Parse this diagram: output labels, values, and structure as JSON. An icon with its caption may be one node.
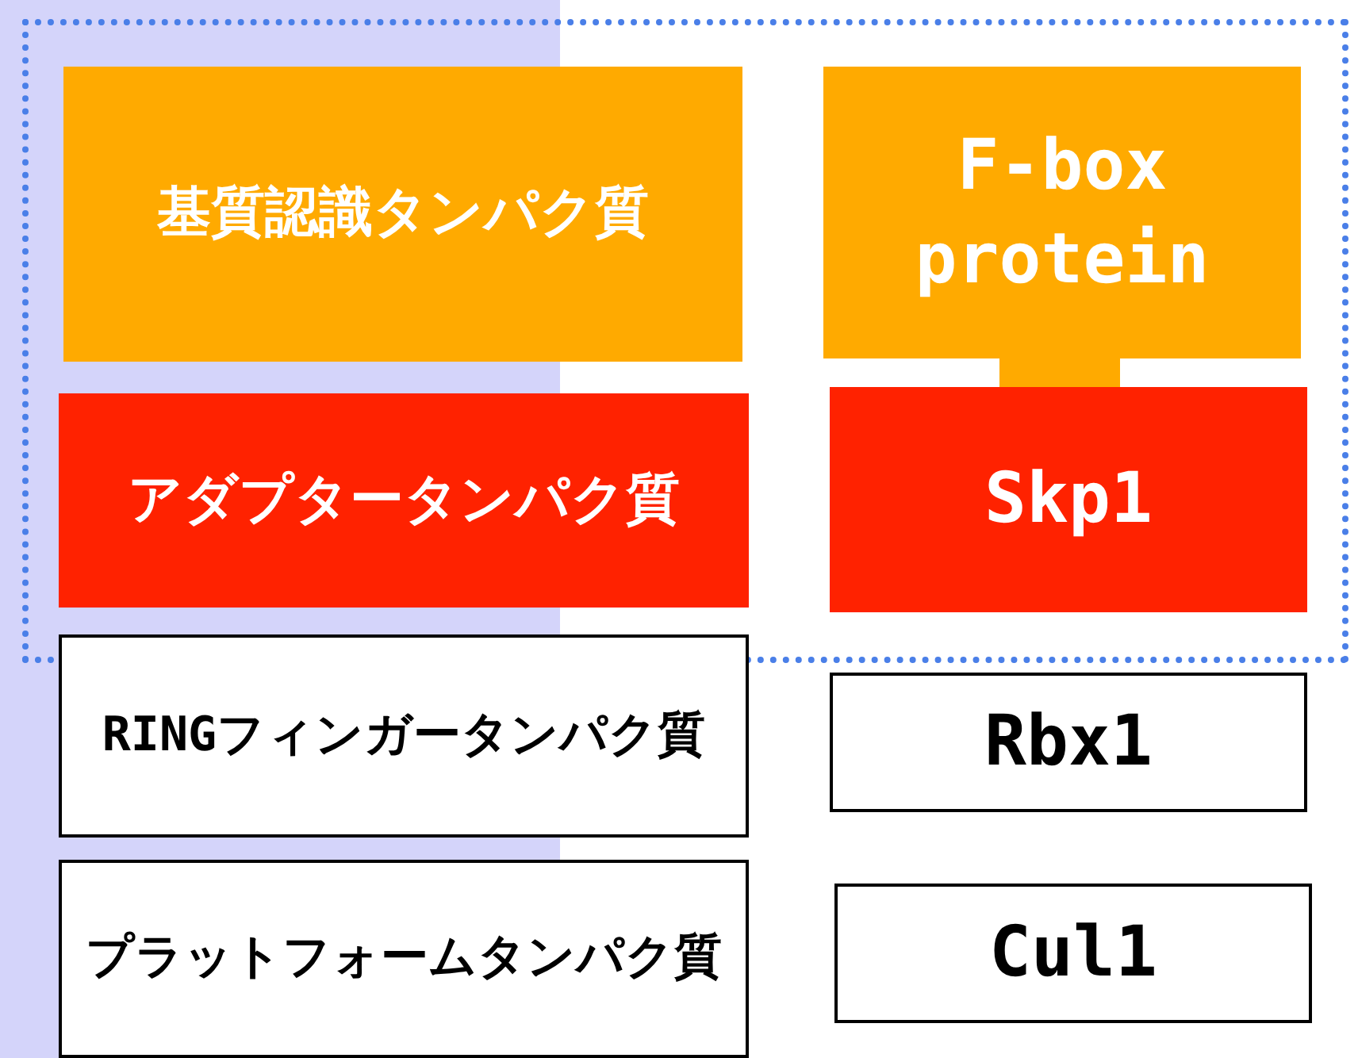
{
  "diagram": {
    "nodes": [
      {
        "text": [],
        "shape": "box"
      },
      {
        "text": [
          "基質認識タンパク質"
        ],
        "in": 0
      },
      {
        "text": [
          "F-box protein"
        ],
        "in": 0
      },
      {
        "text": [
          "アダプタータンパク質"
        ],
        "in": 0
      },
      {
        "text": [
          "Skp1"
        ],
        "in": 0
      },
      {
        "text": [
          "RINGフィンガータンパク質"
        ]
      },
      {
        "text": [
          "Rbx1"
        ]
      },
      {
        "text": [
          "プラットフォームタンパク質"
        ]
      },
      {
        "text": [
          "Cul1"
        ]
      },
      {
        "text": [],
        "shape": "bar",
        "in": 0
      }
    ],
    "edges": []
  }
}
